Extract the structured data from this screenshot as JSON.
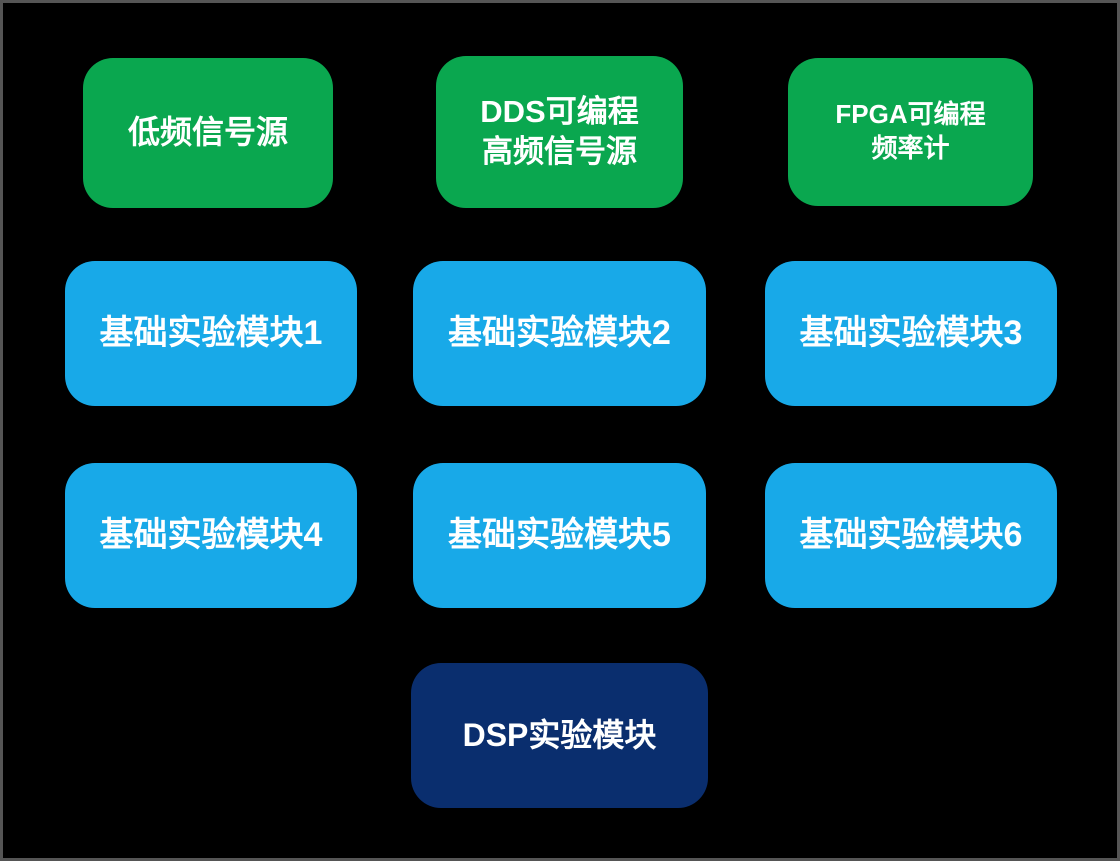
{
  "diagram": {
    "title": "experiment-platform-module-diagram",
    "background": "#000000",
    "border_color": "#555555",
    "text_color": "#FFFFFF",
    "colors": {
      "source_green": "#0AA74F",
      "module_blue": "#18A9E8",
      "dsp_navy": "#0A2E6E"
    },
    "nodes": [
      {
        "id": "low-freq-signal-source",
        "type": "source",
        "label": "低频信号源"
      },
      {
        "id": "dds-signal-source",
        "type": "source",
        "label": "DDS可编程\n高频信号源"
      },
      {
        "id": "fpga-frequency-counter",
        "type": "source",
        "label": "FPGA可编程\n频率计"
      },
      {
        "id": "basic-module-1",
        "type": "module",
        "label": "基础实验模块1"
      },
      {
        "id": "basic-module-2",
        "type": "module",
        "label": "基础实验模块2"
      },
      {
        "id": "basic-module-3",
        "type": "module",
        "label": "基础实验模块3"
      },
      {
        "id": "basic-module-4",
        "type": "module",
        "label": "基础实验模块4"
      },
      {
        "id": "basic-module-5",
        "type": "module",
        "label": "基础实验模块5"
      },
      {
        "id": "basic-module-6",
        "type": "module",
        "label": "基础实验模块6"
      },
      {
        "id": "dsp-module",
        "type": "dsp",
        "label": "DSP实验模块"
      }
    ]
  }
}
